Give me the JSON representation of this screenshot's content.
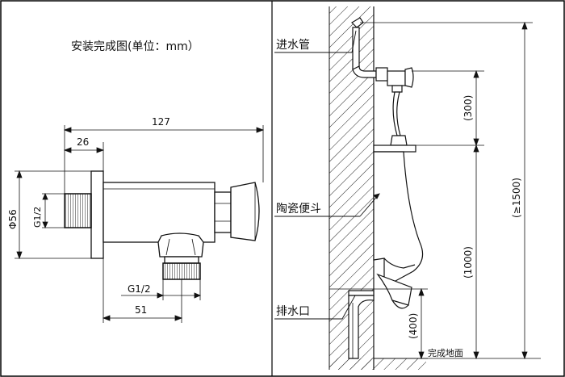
{
  "title": "安装完成图(单位：mm）",
  "left": {
    "dim_127": "127",
    "dim_26": "26",
    "dim_51": "51",
    "dia_56": "Φ56",
    "thread_side": "G1/2",
    "thread_bottom": "G1/2"
  },
  "right": {
    "inlet_pipe": "进水管",
    "urinal": "陶瓷便斗",
    "drain": "排水口",
    "floor": "完成地面",
    "dim_300": "(300)",
    "dim_1000": "(1000)",
    "dim_400": "(400)",
    "dim_1500": "(≥1500)"
  }
}
